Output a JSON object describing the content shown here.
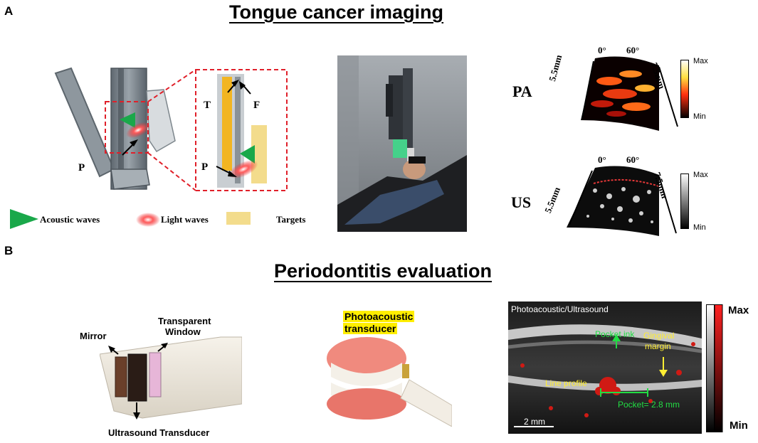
{
  "panel_a": {
    "letter": "A",
    "title": "Tongue cancer imaging",
    "probe_labels": {
      "p_main": "P",
      "t": "T",
      "f": "F",
      "p_zoom": "P"
    },
    "legend": {
      "acoustic": "Acoustic waves",
      "light": "Light waves",
      "targets": "Targets"
    },
    "pa_scan": {
      "label": "PA",
      "angle_start": "0°",
      "angle_end": "60°",
      "depth_left": "5.5mm",
      "depth_right": "7.5mm",
      "cb_max": "Max",
      "cb_min": "Min"
    },
    "us_scan": {
      "label": "US",
      "angle_start": "0°",
      "angle_end": "60°",
      "depth_left": "5.5mm",
      "depth_right": "7.5mm",
      "cb_max": "Max",
      "cb_min": "Min"
    }
  },
  "panel_b": {
    "letter": "B",
    "title": "Periodontitis evaluation",
    "probe_labels": {
      "mirror": "Mirror",
      "window_line1": "Transparent",
      "window_line2": "Window",
      "transducer": "Ultrasound Transducer"
    },
    "pa_transducer_line1": "Photoacoustic",
    "pa_transducer_line2": "transducer",
    "pa_us_image": {
      "header": "Photoacoustic/Ultrasound",
      "pocket_ink": "Pocket ink",
      "gingival_line1": "Gingival",
      "gingival_line2": "margin",
      "line_profile": "Line profile",
      "pocket_measure": "Pocket= 2.8 mm",
      "scale_bar": "2 mm",
      "cb_max": "Max",
      "cb_min": "Min"
    }
  },
  "colors": {
    "acoustic_green": "#1aa84a",
    "light_red": "#e8262a",
    "target_yellow": "#f3dc8c",
    "zoom_box_red": "#e0202a",
    "annotation_green": "#22dd44",
    "annotation_yellow": "#ffee33"
  }
}
